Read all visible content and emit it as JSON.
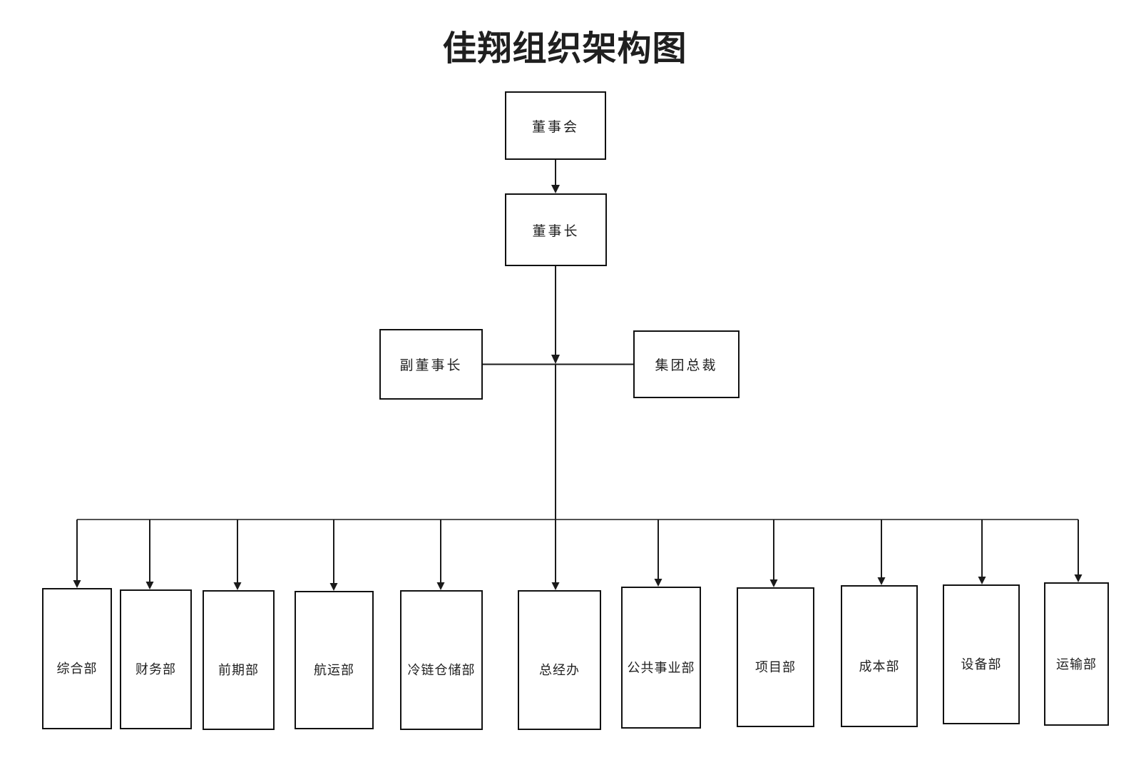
{
  "title": "佳翔组织架构图",
  "org": {
    "board": {
      "label": "董事会"
    },
    "chairman": {
      "label": "董事长"
    },
    "vice_chairman": {
      "label": "副董事长"
    },
    "group_president": {
      "label": "集团总裁"
    },
    "departments": [
      {
        "label": "综合部"
      },
      {
        "label": "财务部"
      },
      {
        "label": "前期部"
      },
      {
        "label": "航运部"
      },
      {
        "label": "冷链仓储部"
      },
      {
        "label": "总经办"
      },
      {
        "label": "公共事业部"
      },
      {
        "label": "项目部"
      },
      {
        "label": "成本部"
      },
      {
        "label": "设备部"
      },
      {
        "label": "运输部"
      }
    ]
  },
  "colors": {
    "line": "#1a1a1a",
    "box_border": "#111111",
    "background": "#ffffff",
    "text": "#1f1f1f"
  }
}
